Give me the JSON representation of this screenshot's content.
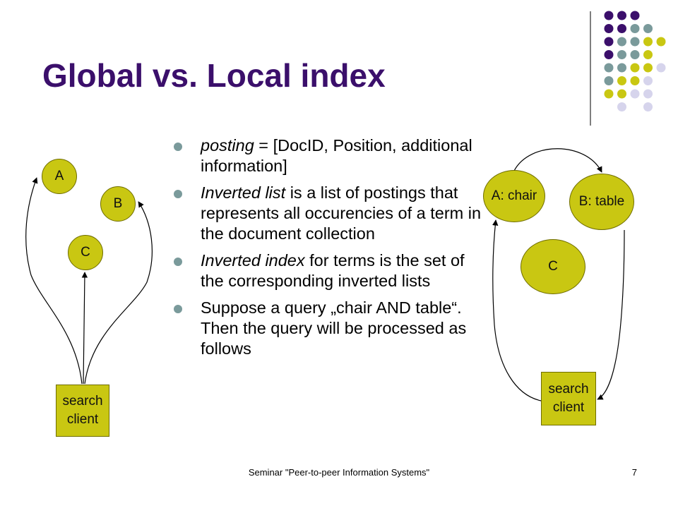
{
  "colors": {
    "purple": "#3b0f6b",
    "teal": "#7a9a9b",
    "olive": "#c9c712",
    "lavender": "#d6d4ec"
  },
  "decor": {
    "dot_grid_rows": [
      [
        "purple",
        "purple",
        "purple",
        "none",
        "none"
      ],
      [
        "purple",
        "purple",
        "teal",
        "teal",
        "none"
      ],
      [
        "purple",
        "teal",
        "teal",
        "olive",
        "olive"
      ],
      [
        "purple",
        "teal",
        "teal",
        "olive",
        "none"
      ],
      [
        "teal",
        "teal",
        "olive",
        "olive",
        "lavender"
      ],
      [
        "teal",
        "olive",
        "olive",
        "lavender",
        "none"
      ],
      [
        "olive",
        "olive",
        "lavender",
        "lavender",
        "none"
      ],
      [
        "none",
        "lavender",
        "none",
        "lavender",
        "none"
      ]
    ]
  },
  "title": "Global vs. Local index",
  "bullets": [
    {
      "italic": "posting",
      "text": " = [DocID, Position, additional information]"
    },
    {
      "italic": "Inverted list",
      "text": " is a list of postings that represents all occurencies of a term in the document collection"
    },
    {
      "italic": "Inverted index",
      "text": " for terms is the set of the corresponding inverted lists"
    },
    {
      "italic": "",
      "text": "Suppose a query „chair AND table“. Then the query will be processed as follows"
    }
  ],
  "left_diagram": {
    "nodes": {
      "a": "A",
      "b": "B",
      "c": "C"
    },
    "client": [
      "search",
      "client"
    ]
  },
  "right_diagram": {
    "nodes": {
      "a": "A: chair",
      "b": "B: table",
      "c": "C"
    },
    "client": [
      "search",
      "client"
    ]
  },
  "footer": "Seminar \"Peer-to-peer Information Systems\"",
  "page_number": "7"
}
